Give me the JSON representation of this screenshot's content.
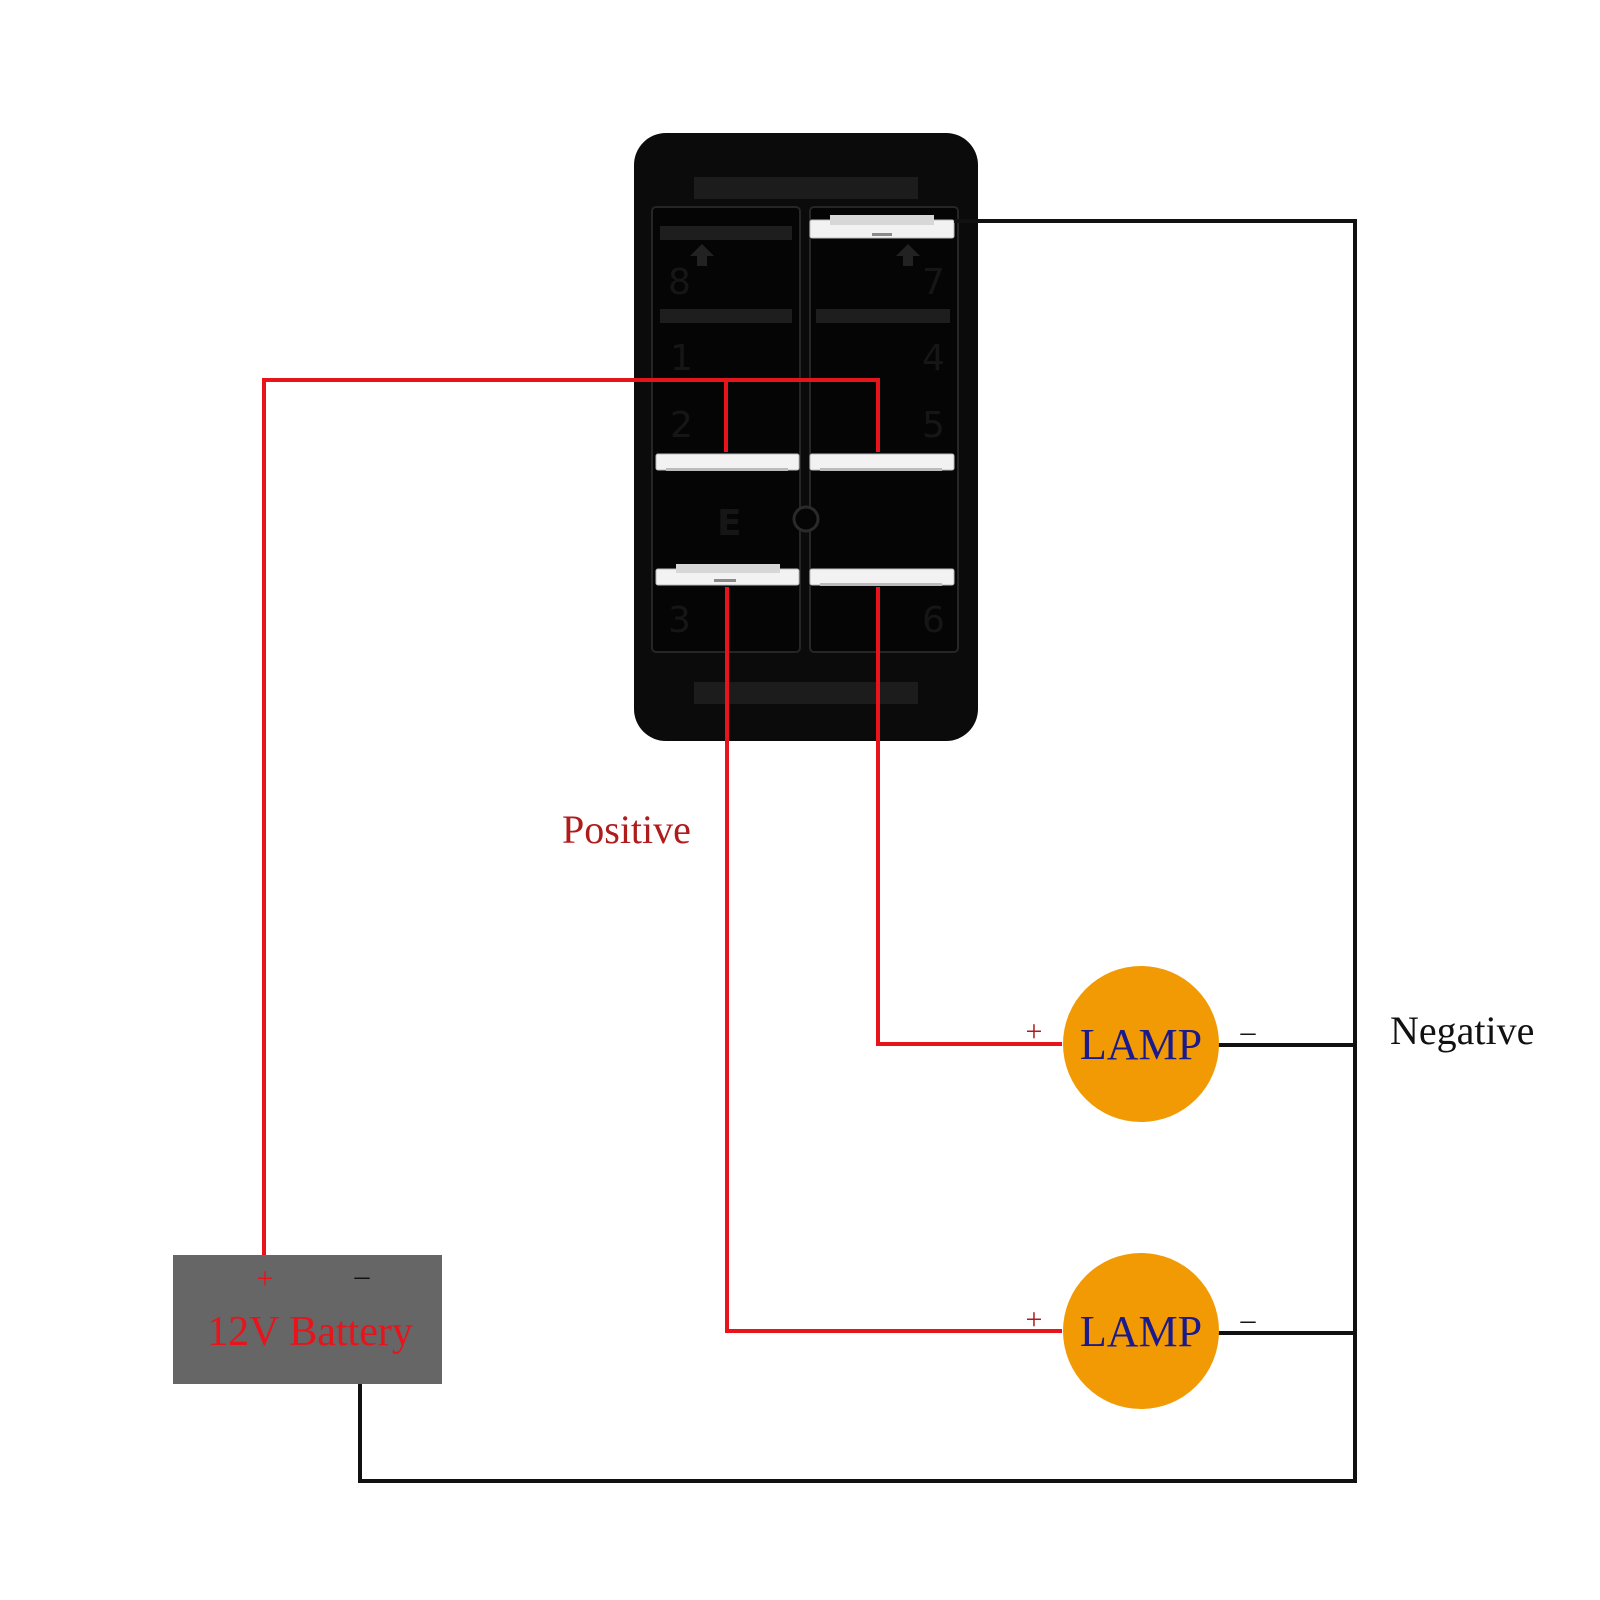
{
  "switch": {
    "pins": {
      "p8": "8",
      "p7": "7",
      "p1": "1",
      "p4": "4",
      "p2": "2",
      "p5": "5",
      "p3": "3",
      "p6": "6"
    },
    "center_mark": "E"
  },
  "labels": {
    "positive": "Positive",
    "negative": "Negative"
  },
  "lamps": [
    {
      "label": "LAMP",
      "plus": "+",
      "minus": "–"
    },
    {
      "label": "LAMP",
      "plus": "+",
      "minus": "–"
    }
  ],
  "battery": {
    "label": "12V Battery",
    "plus": "+",
    "minus": "–"
  },
  "colors": {
    "positive_wire": "#e8141c",
    "negative_wire": "#111111",
    "positive_text": "#b01c1c",
    "lamp_fill": "#f29a04",
    "lamp_text": "#1a1a8c",
    "battery_fill": "#666666",
    "battery_text": "#e8141c",
    "switch_body": "#0b0b0b"
  }
}
